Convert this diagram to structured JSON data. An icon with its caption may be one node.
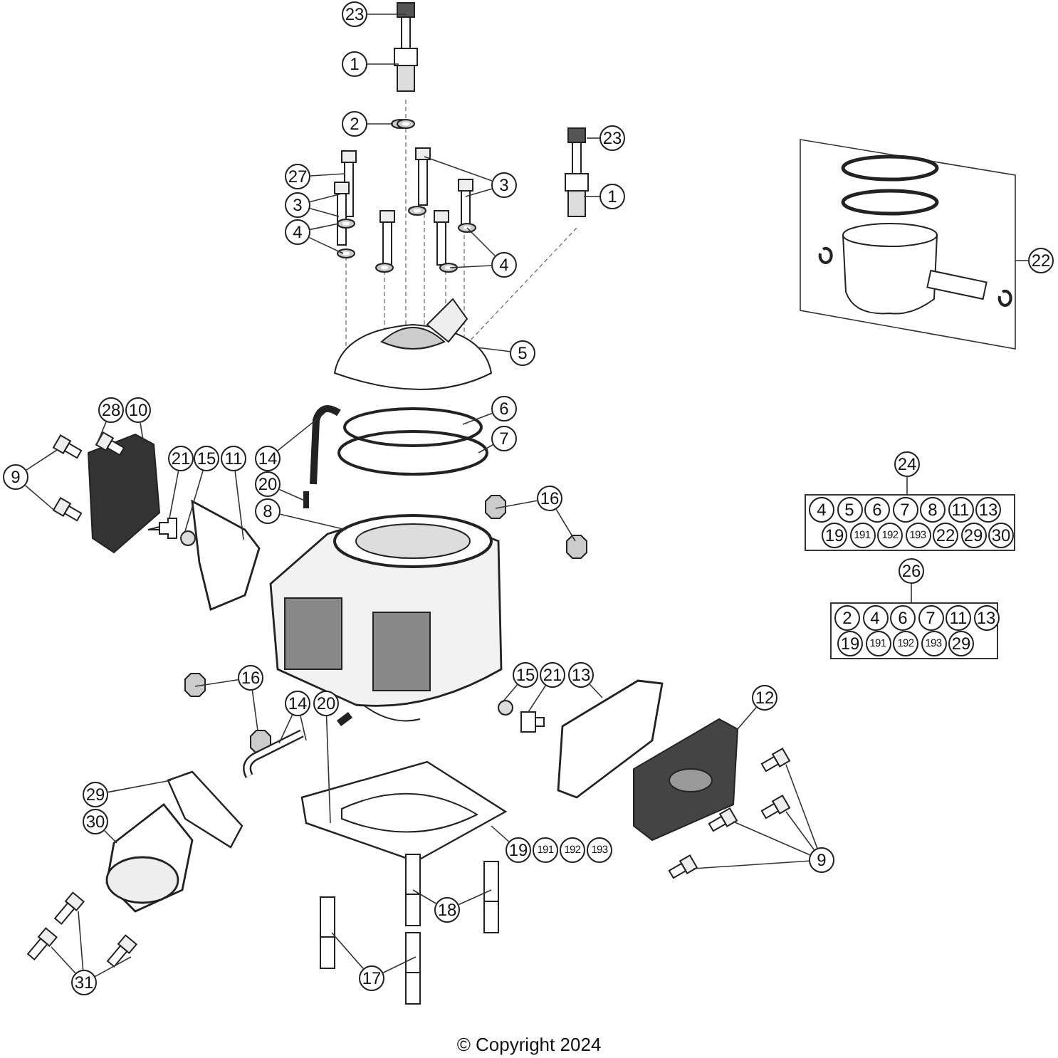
{
  "diagram": {
    "caption": "© Copyright 2024",
    "nodes": [
      {
        "text": [
          "23"
        ]
      },
      {
        "text": [
          "1"
        ]
      },
      {
        "text": [
          "2"
        ]
      },
      {
        "text": [
          "23"
        ]
      },
      {
        "text": [
          "1"
        ]
      },
      {
        "text": [
          "27"
        ]
      },
      {
        "text": [
          "3"
        ]
      },
      {
        "text": [
          "3"
        ]
      },
      {
        "text": [
          "4"
        ]
      },
      {
        "text": [
          "4"
        ]
      },
      {
        "text": [
          "5"
        ]
      },
      {
        "text": [
          "6"
        ]
      },
      {
        "text": [
          "7"
        ]
      },
      {
        "text": [
          "28"
        ]
      },
      {
        "text": [
          "10"
        ]
      },
      {
        "text": [
          "9"
        ]
      },
      {
        "text": [
          "21"
        ]
      },
      {
        "text": [
          "15"
        ]
      },
      {
        "text": [
          "11"
        ]
      },
      {
        "text": [
          "14"
        ]
      },
      {
        "text": [
          "20"
        ]
      },
      {
        "text": [
          "8"
        ]
      },
      {
        "text": [
          "16"
        ]
      },
      {
        "text": [
          "16"
        ]
      },
      {
        "text": [
          "14"
        ]
      },
      {
        "text": [
          "20"
        ]
      },
      {
        "text": [
          "15"
        ]
      },
      {
        "text": [
          "21"
        ]
      },
      {
        "text": [
          "13"
        ]
      },
      {
        "text": [
          "12"
        ]
      },
      {
        "text": [
          "9"
        ]
      },
      {
        "text": [
          "29"
        ]
      },
      {
        "text": [
          "30"
        ]
      },
      {
        "text": [
          "19"
        ]
      },
      {
        "text": [
          "18"
        ]
      },
      {
        "text": [
          "17"
        ]
      },
      {
        "text": [
          "31"
        ]
      },
      {
        "text": [
          "22"
        ]
      },
      {
        "text": [],
        "shape": "box"
      },
      {
        "text": [
          "24"
        ]
      },
      {
        "text": [],
        "shape": "box"
      },
      {
        "text": [
          "4"
        ],
        "in": 40
      },
      {
        "text": [
          "5"
        ],
        "in": 40
      },
      {
        "text": [
          "6"
        ],
        "in": 40
      },
      {
        "text": [
          "7"
        ],
        "in": 40
      },
      {
        "text": [
          "8"
        ],
        "in": 40
      },
      {
        "text": [
          "11"
        ],
        "in": 40
      },
      {
        "text": [
          "13"
        ],
        "in": 40
      },
      {
        "text": [
          "19"
        ],
        "in": 40
      },
      {
        "text": [
          "191"
        ],
        "in": 40
      },
      {
        "text": [
          "192"
        ],
        "in": 40
      },
      {
        "text": [
          "193"
        ],
        "in": 40
      },
      {
        "text": [
          "22"
        ],
        "in": 40
      },
      {
        "text": [
          "29"
        ],
        "in": 40
      },
      {
        "text": [
          "30"
        ],
        "in": 40
      },
      {
        "text": [
          "26"
        ]
      },
      {
        "text": [],
        "shape": "box"
      },
      {
        "text": [
          "2"
        ],
        "in": 56
      },
      {
        "text": [
          "4"
        ],
        "in": 56
      },
      {
        "text": [
          "6"
        ],
        "in": 56
      },
      {
        "text": [
          "7"
        ],
        "in": 56
      },
      {
        "text": [
          "11"
        ],
        "in": 56
      },
      {
        "text": [
          "13"
        ],
        "in": 56
      },
      {
        "text": [
          "19"
        ],
        "in": 56
      },
      {
        "text": [
          "191"
        ],
        "in": 56
      },
      {
        "text": [
          "192"
        ],
        "in": 56
      },
      {
        "text": [
          "193"
        ],
        "in": 56
      },
      {
        "text": [
          "29"
        ],
        "in": 56
      },
      {
        "text": [
          "191"
        ]
      },
      {
        "text": [
          "192"
        ]
      },
      {
        "text": [
          "193"
        ]
      }
    ],
    "edges": [
      {
        "from": 0,
        "to": null,
        "arrow": "none"
      },
      {
        "from": 1,
        "to": null,
        "arrow": "none"
      },
      {
        "from": 2,
        "to": null,
        "arrow": "none"
      },
      {
        "from": 3,
        "to": null,
        "arrow": "none"
      },
      {
        "from": 4,
        "to": null,
        "arrow": "none"
      },
      {
        "from": 5,
        "to": null,
        "arrow": "none"
      },
      {
        "from": 6,
        "to": null,
        "arrow": "none"
      },
      {
        "from": 6,
        "to": null,
        "arrow": "none"
      },
      {
        "from": 7,
        "to": null,
        "arrow": "none"
      },
      {
        "from": 7,
        "to": null,
        "arrow": "none"
      },
      {
        "from": 8,
        "to": null,
        "arrow": "none"
      },
      {
        "from": 8,
        "to": null,
        "arrow": "none"
      },
      {
        "from": 9,
        "to": null,
        "arrow": "none"
      },
      {
        "from": 9,
        "to": null,
        "arrow": "none"
      },
      {
        "from": 10,
        "to": null,
        "arrow": "none"
      },
      {
        "from": 11,
        "to": null,
        "arrow": "none"
      },
      {
        "from": 12,
        "to": null,
        "arrow": "none"
      },
      {
        "from": 13,
        "to": null,
        "arrow": "none"
      },
      {
        "from": 14,
        "to": null,
        "arrow": "none"
      },
      {
        "from": 15,
        "to": null,
        "arrow": "none"
      },
      {
        "from": 15,
        "to": null,
        "arrow": "none"
      },
      {
        "from": 16,
        "to": null,
        "arrow": "none"
      },
      {
        "from": 17,
        "to": null,
        "arrow": "none"
      },
      {
        "from": 18,
        "to": null,
        "arrow": "none"
      },
      {
        "from": 19,
        "to": null,
        "arrow": "none"
      },
      {
        "from": 20,
        "to": null,
        "arrow": "none"
      },
      {
        "from": 21,
        "to": null,
        "arrow": "none"
      },
      {
        "from": 22,
        "to": null,
        "arrow": "none"
      },
      {
        "from": 22,
        "to": null,
        "arrow": "none"
      },
      {
        "from": 23,
        "to": null,
        "arrow": "none"
      },
      {
        "from": 23,
        "to": null,
        "arrow": "none"
      },
      {
        "from": 24,
        "to": null,
        "arrow": "none"
      },
      {
        "from": 24,
        "to": null,
        "arrow": "none"
      },
      {
        "from": 25,
        "to": null,
        "arrow": "none"
      },
      {
        "from": 26,
        "to": null,
        "arrow": "none"
      },
      {
        "from": 27,
        "to": null,
        "arrow": "none"
      },
      {
        "from": 28,
        "to": null,
        "arrow": "none"
      },
      {
        "from": 29,
        "to": null,
        "arrow": "none"
      },
      {
        "from": 30,
        "to": null,
        "arrow": "none"
      },
      {
        "from": 30,
        "to": null,
        "arrow": "none"
      },
      {
        "from": 30,
        "to": null,
        "arrow": "none"
      },
      {
        "from": 30,
        "to": null,
        "arrow": "none"
      },
      {
        "from": 31,
        "to": null,
        "arrow": "none"
      },
      {
        "from": 32,
        "to": null,
        "arrow": "none"
      },
      {
        "from": 33,
        "to": null,
        "arrow": "none"
      },
      {
        "from": 34,
        "to": null,
        "arrow": "none"
      },
      {
        "from": 34,
        "to": null,
        "arrow": "none"
      },
      {
        "from": 35,
        "to": null,
        "arrow": "none"
      },
      {
        "from": 35,
        "to": null,
        "arrow": "none"
      },
      {
        "from": 36,
        "to": null,
        "arrow": "none"
      },
      {
        "from": 36,
        "to": null,
        "arrow": "none"
      },
      {
        "from": 36,
        "to": null,
        "arrow": "none"
      },
      {
        "from": 37,
        "to": 38,
        "arrow": "none"
      },
      {
        "from": 39,
        "to": 40,
        "arrow": "none"
      },
      {
        "from": 55,
        "to": 56,
        "arrow": "none"
      }
    ]
  }
}
